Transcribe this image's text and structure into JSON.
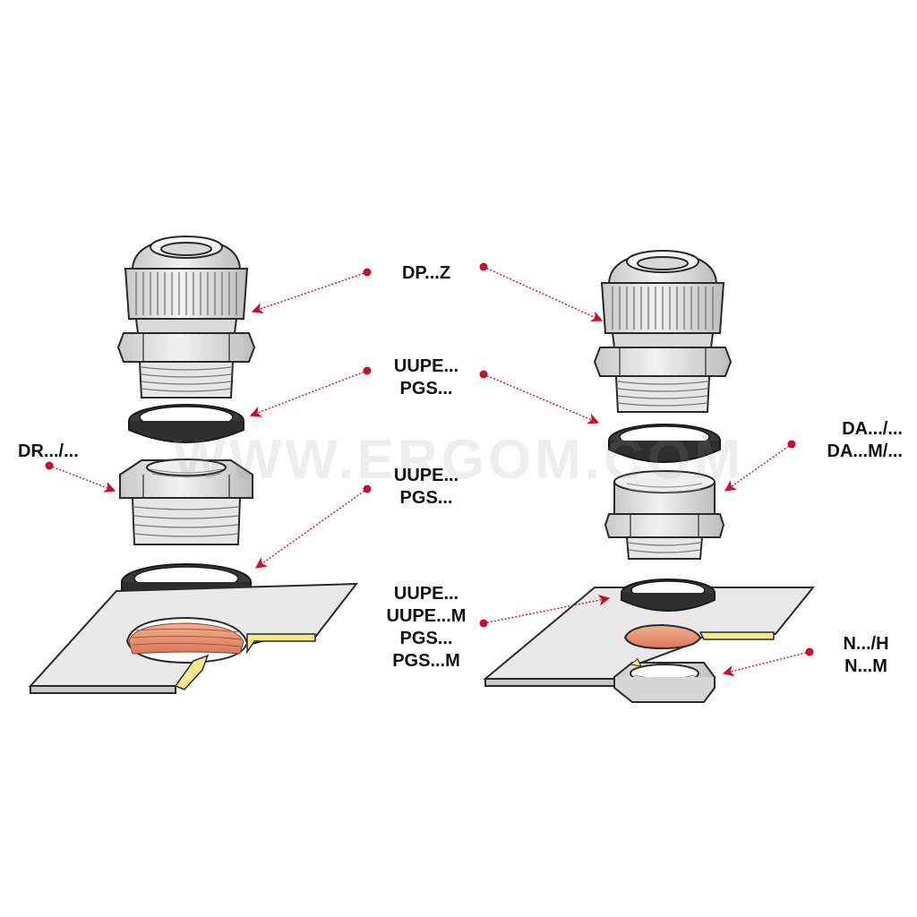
{
  "colors": {
    "arrow": "#c8102e",
    "part_fill": "#e3e3e3",
    "part_shade": "#cfcfcf",
    "outline": "#2a2a2a",
    "gasket": "#3a3a3a",
    "panel": "#e9e9e9",
    "hole_copper": "#e9967a",
    "edge_yellow": "#f5e88c"
  },
  "watermark": "WWW.ERGOM.COM",
  "labels": {
    "dp_z": [
      "DP...Z"
    ],
    "uupe_pgs_top": [
      "UUPE...",
      "PGS..."
    ],
    "uupe_pgs_mid": [
      "UUPE...",
      "PGS..."
    ],
    "dr": [
      "DR.../..."
    ],
    "da": [
      "DA.../...",
      "DA...M/..."
    ],
    "uupe_pgs_bottom": [
      "UUPE...",
      "UUPE...M",
      "PGS...",
      "PGS...M"
    ],
    "n": [
      "N.../H",
      "N...M"
    ]
  },
  "icons": {
    "cable_gland_left": "cable-gland-icon",
    "cable_gland_right": "cable-gland-icon",
    "gasket": "gasket-ring-icon",
    "reducer": "thread-reducer-icon",
    "extension": "thread-extension-icon",
    "locknut": "locknut-icon",
    "panel": "panel-plate-icon"
  }
}
